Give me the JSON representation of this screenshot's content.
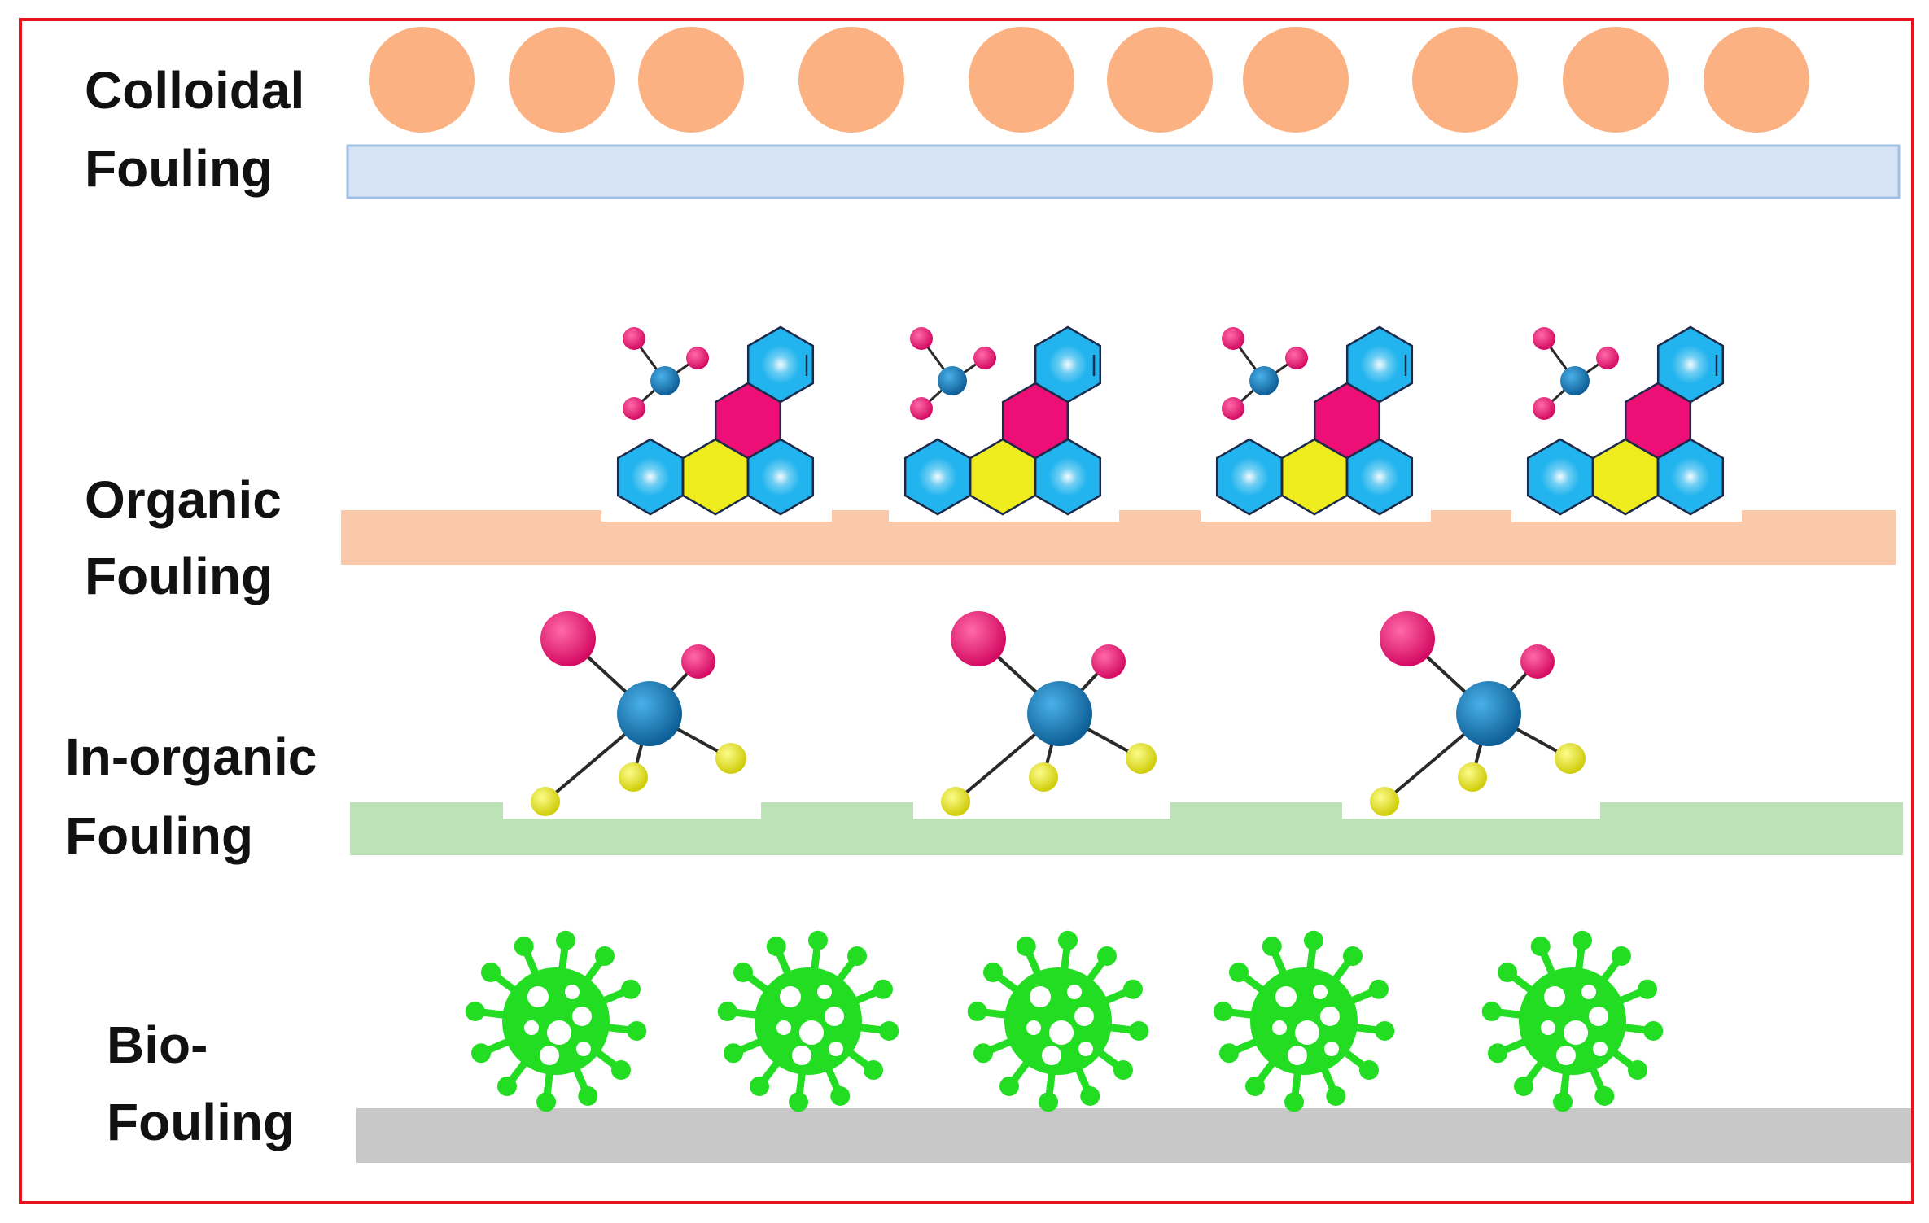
{
  "frame": {
    "border_color": "#e8141b"
  },
  "rows": [
    {
      "id": "colloidal",
      "label_line1": "Colloidal",
      "label_line2": "Fouling",
      "surface_color": "#d6e3f4",
      "particle_color": "#fbb182",
      "particle_count": 10
    },
    {
      "id": "organic",
      "label_line1": "Organic",
      "label_line2": "Fouling",
      "surface_color": "#f9c9a9",
      "particle_count": 4
    },
    {
      "id": "inorganic",
      "label_line1": "In-organic",
      "label_line2": "Fouling",
      "surface_color": "#bde2b8",
      "particle_count": 3
    },
    {
      "id": "biofouling",
      "label_line1": "Bio-",
      "label_line2": "Fouling",
      "surface_color": "#c8c8c8",
      "particle_color": "#22dd22",
      "particle_count": 5
    }
  ],
  "molecule_colors": {
    "hexagon_blue": "#22b4ee",
    "hexagon_pink": "#ee0f76",
    "hexagon_yellow": "#eeec1d",
    "atom_blue": "#1577b5",
    "atom_pink": "#ee1877",
    "atom_yellow": "#eeec1d"
  },
  "icons": {
    "colloid": "circle-particle",
    "organic": "hexagon-molecule-icon",
    "inorganic": "ball-and-stick-molecule-icon",
    "bio": "virus-icon"
  }
}
